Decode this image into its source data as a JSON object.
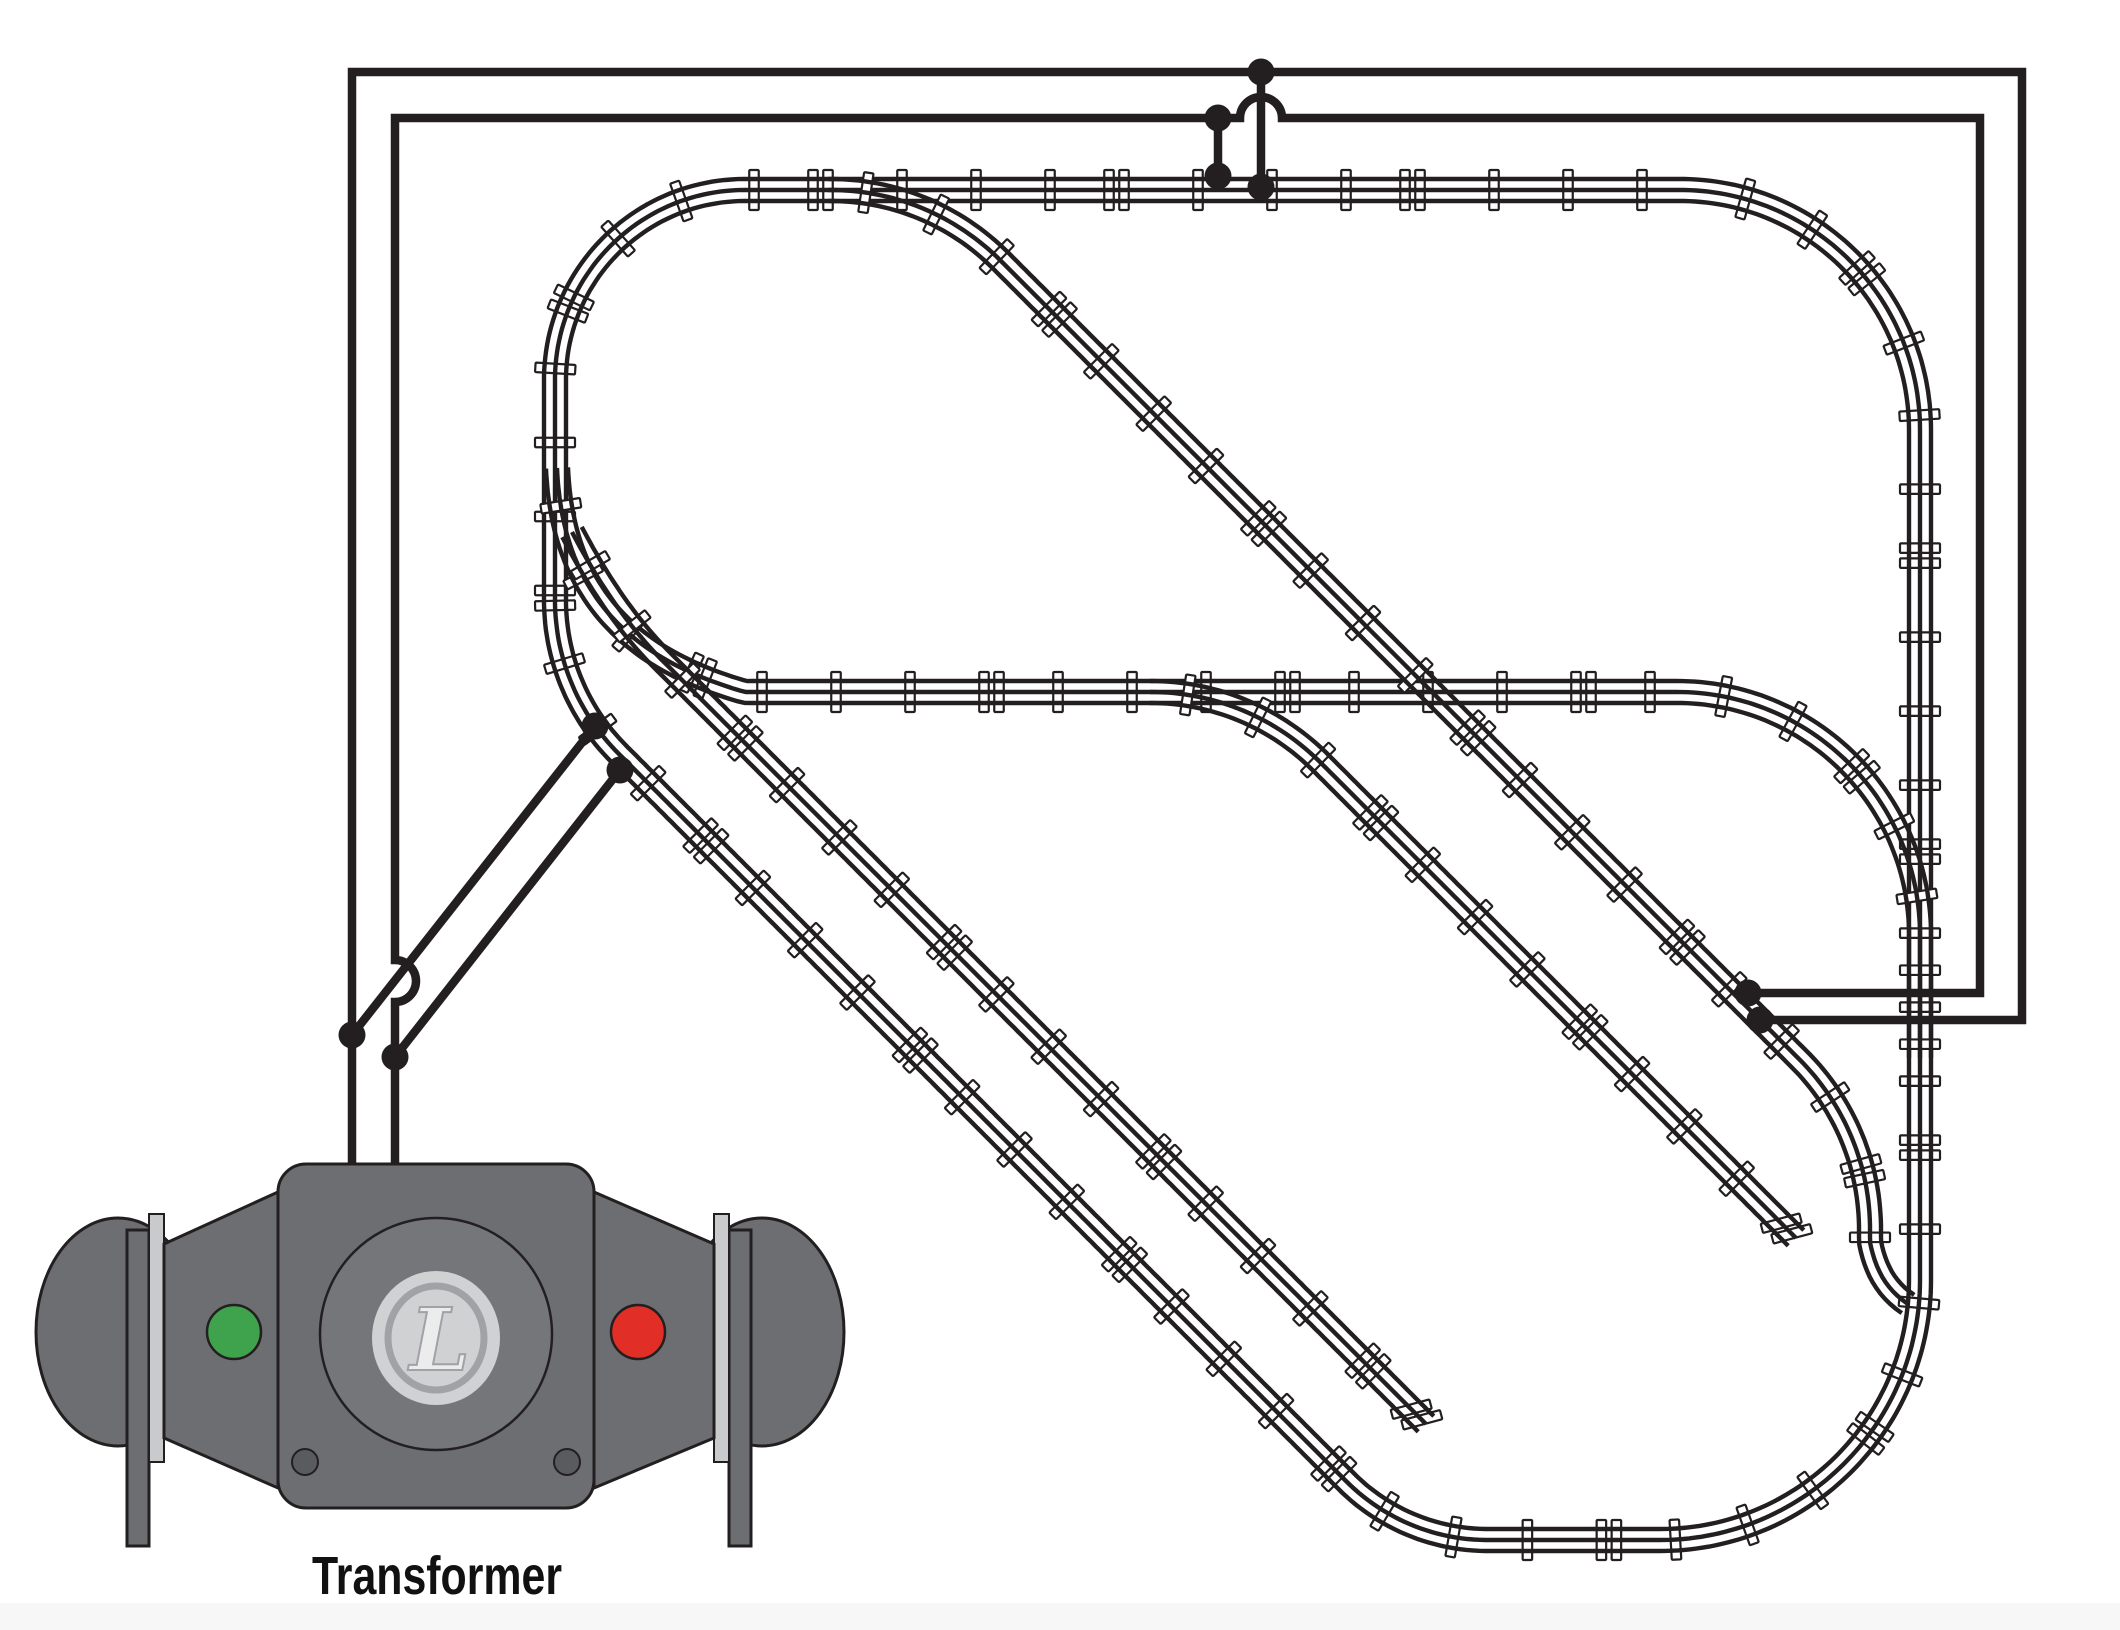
{
  "page": {
    "background": "#ffffff",
    "footer_strip": "#f7f7f8"
  },
  "diagram": {
    "type": "model-train-track-wiring-diagram",
    "ink": "#231f20",
    "transformer": {
      "label": "Transformer",
      "logo_letter": "L",
      "body": "#6d6e71",
      "dial": "#75767a",
      "logo_disc": "#d0d1d3",
      "logo_ring": "#a0a2a5",
      "stripe": "#c9cacc",
      "screw": "#5a5b5e",
      "green_button": "#3fa34d",
      "red_button": "#e12e26"
    },
    "track": {
      "rail_count": 3,
      "rail_color": "#231f20",
      "segments": [
        {
          "id": "main-loop",
          "kind": "closed loop with diagonal leg"
        },
        {
          "id": "middle-siding",
          "kind": "inner siding rejoining right side"
        },
        {
          "id": "top-bypass-diagonal",
          "kind": "diagonal from top straight, crosses siding, rejoins right side"
        },
        {
          "id": "left-spur-diagonal",
          "kind": "stub spur with end bumper"
        },
        {
          "id": "siding-spur-diagonal",
          "kind": "stub spur from siding with end bumper"
        }
      ]
    },
    "wiring": {
      "wire_color": "#231f20",
      "wires": [
        {
          "id": "center-rail-bus",
          "route": "transformer lead up, around top and right side to diagonal lockon"
        },
        {
          "id": "outer-rail-bus",
          "route": "transformer lead up, inner rectangle to diagonal lockon"
        },
        {
          "id": "top-lockon-taps",
          "route": "bus taps down to top straight rails"
        },
        {
          "id": "left-lockon-leads",
          "route": "diagonal leads to left curve rails"
        }
      ],
      "connection_dot_count": 10,
      "wire_hop_count": 2
    }
  }
}
